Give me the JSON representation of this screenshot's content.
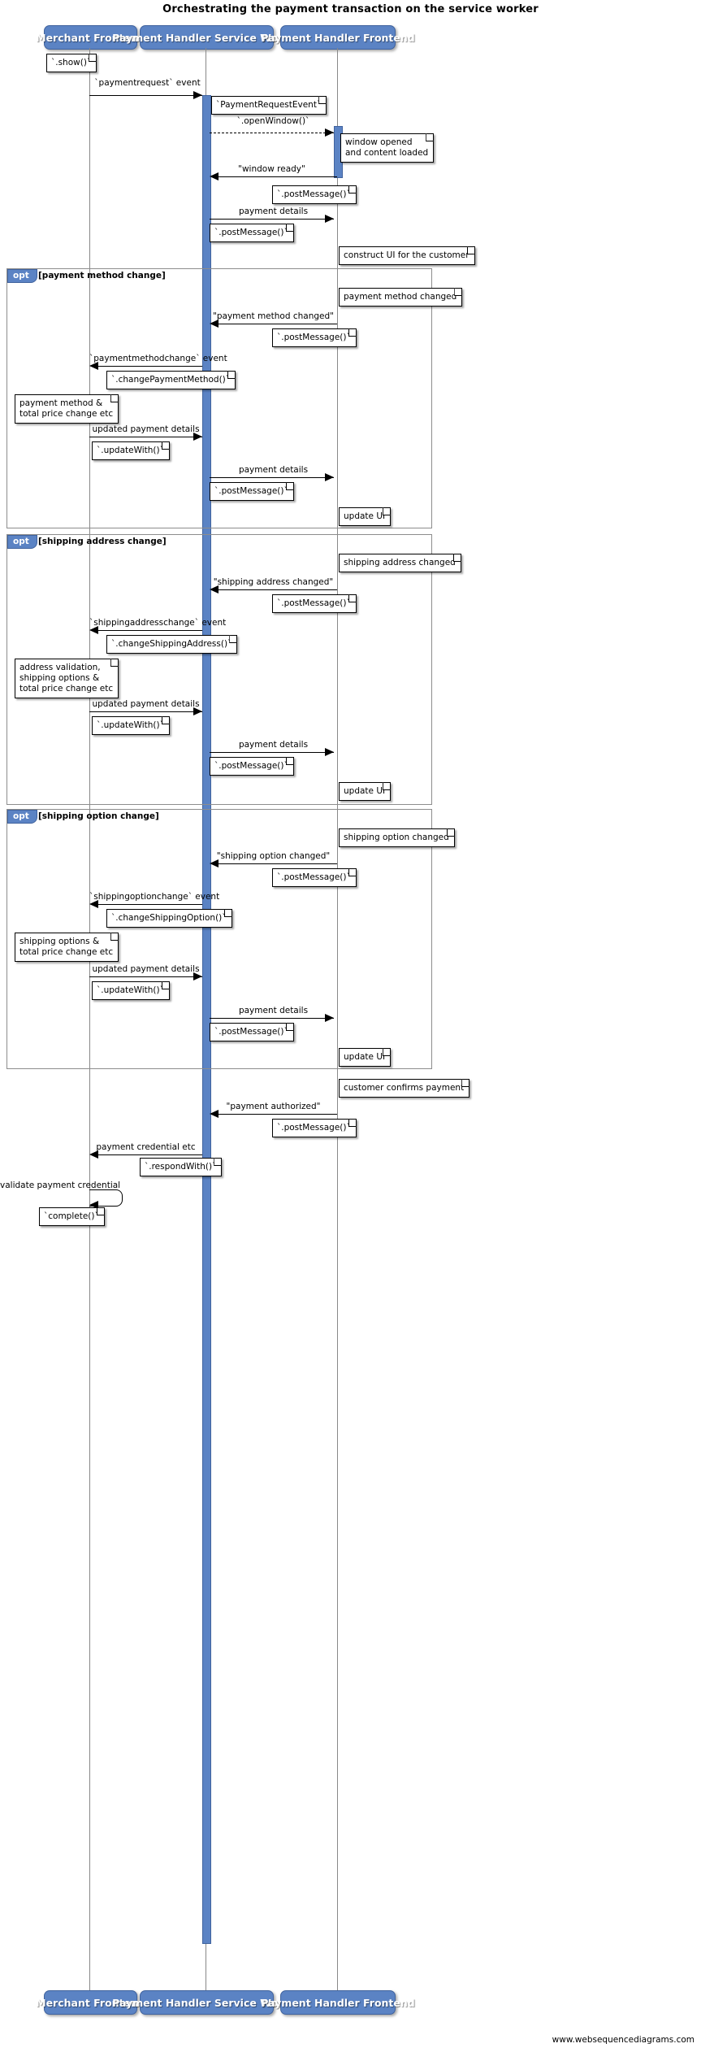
{
  "diagram": {
    "title": "Orchestrating the payment transaction on the service worker",
    "footer": "www.websequencediagrams.com",
    "accent_color": "#5b83c4",
    "actors": [
      {
        "id": "merchant",
        "label": "Merchant Frontend"
      },
      {
        "id": "sw",
        "label": "Payment Handler Service Worker"
      },
      {
        "id": "phfe",
        "label": "Payment Handler Frontend"
      }
    ],
    "fragments": [
      {
        "kind": "opt",
        "condition": "[payment method change]"
      },
      {
        "kind": "opt",
        "condition": "[shipping address change]"
      },
      {
        "kind": "opt",
        "condition": "[shipping option change]"
      }
    ],
    "messages": [
      {
        "label": "`paymentrequest` event",
        "from": "merchant",
        "to": "sw",
        "style": "solid"
      },
      {
        "label": "`.openWindow()`",
        "from": "sw",
        "to": "phfe",
        "style": "dashed"
      },
      {
        "label": "\"window ready\"",
        "from": "phfe",
        "to": "sw",
        "style": "solid"
      },
      {
        "label": "payment details",
        "from": "sw",
        "to": "phfe",
        "style": "solid"
      },
      {
        "label": "\"payment method changed\"",
        "from": "phfe",
        "to": "sw",
        "style": "solid"
      },
      {
        "label": "`paymentmethodchange` event",
        "from": "sw",
        "to": "merchant",
        "style": "solid"
      },
      {
        "label": "updated payment details",
        "from": "merchant",
        "to": "sw",
        "style": "solid"
      },
      {
        "label": "payment details",
        "from": "sw",
        "to": "phfe",
        "style": "solid"
      },
      {
        "label": "\"shipping address changed\"",
        "from": "phfe",
        "to": "sw",
        "style": "solid"
      },
      {
        "label": "`shippingaddresschange` event",
        "from": "sw",
        "to": "merchant",
        "style": "solid"
      },
      {
        "label": "updated payment details",
        "from": "merchant",
        "to": "sw",
        "style": "solid"
      },
      {
        "label": "payment details",
        "from": "sw",
        "to": "phfe",
        "style": "solid"
      },
      {
        "label": "\"shipping option changed\"",
        "from": "phfe",
        "to": "sw",
        "style": "solid"
      },
      {
        "label": "`shippingoptionchange` event",
        "from": "sw",
        "to": "merchant",
        "style": "solid"
      },
      {
        "label": "updated payment details",
        "from": "merchant",
        "to": "sw",
        "style": "solid"
      },
      {
        "label": "payment details",
        "from": "sw",
        "to": "phfe",
        "style": "solid"
      },
      {
        "label": "\"payment authorized\"",
        "from": "phfe",
        "to": "sw",
        "style": "solid"
      },
      {
        "label": "payment credential etc",
        "from": "sw",
        "to": "merchant",
        "style": "solid"
      },
      {
        "label": "validate payment credential",
        "from": "merchant",
        "to": "merchant",
        "style": "self"
      }
    ],
    "notes": {
      "show": "`.show()`",
      "payment_request_event": "`PaymentRequestEvent`",
      "window_opened": "window opened\nand content loaded",
      "post_message_1": "`.postMessage()`",
      "post_message_2": "`.postMessage()`",
      "construct_ui": "construct UI for the customer",
      "payment_method_changed": "payment method changed",
      "pm_post_message": "`.postMessage()`",
      "change_payment_method": "`.changePaymentMethod()`",
      "pm_merchant_note": "payment method &\ntotal price change etc",
      "pm_update_with": "`.updateWith()`",
      "pm_post_message_2": "`.postMessage()`",
      "pm_update_ui": "update UI",
      "shipping_address_changed": "shipping address changed",
      "sa_post_message": "`.postMessage()`",
      "change_shipping_address": "`.changeShippingAddress()`",
      "sa_merchant_note": "address validation,\nshipping options &\ntotal price change etc",
      "sa_update_with": "`.updateWith()`",
      "sa_post_message_2": "`.postMessage()`",
      "sa_update_ui": "update UI",
      "shipping_option_changed": "shipping option changed",
      "so_post_message": "`.postMessage()`",
      "change_shipping_option": "`.changeShippingOption()`",
      "so_merchant_note": "shipping options &\ntotal price change etc",
      "so_update_with": "`.updateWith()`",
      "so_post_message_2": "`.postMessage()`",
      "so_update_ui": "update UI",
      "customer_confirms": "customer confirms payment",
      "auth_post_message": "`.postMessage()`",
      "respond_with": "`.respondWith()`",
      "complete": "`complete()`"
    }
  }
}
